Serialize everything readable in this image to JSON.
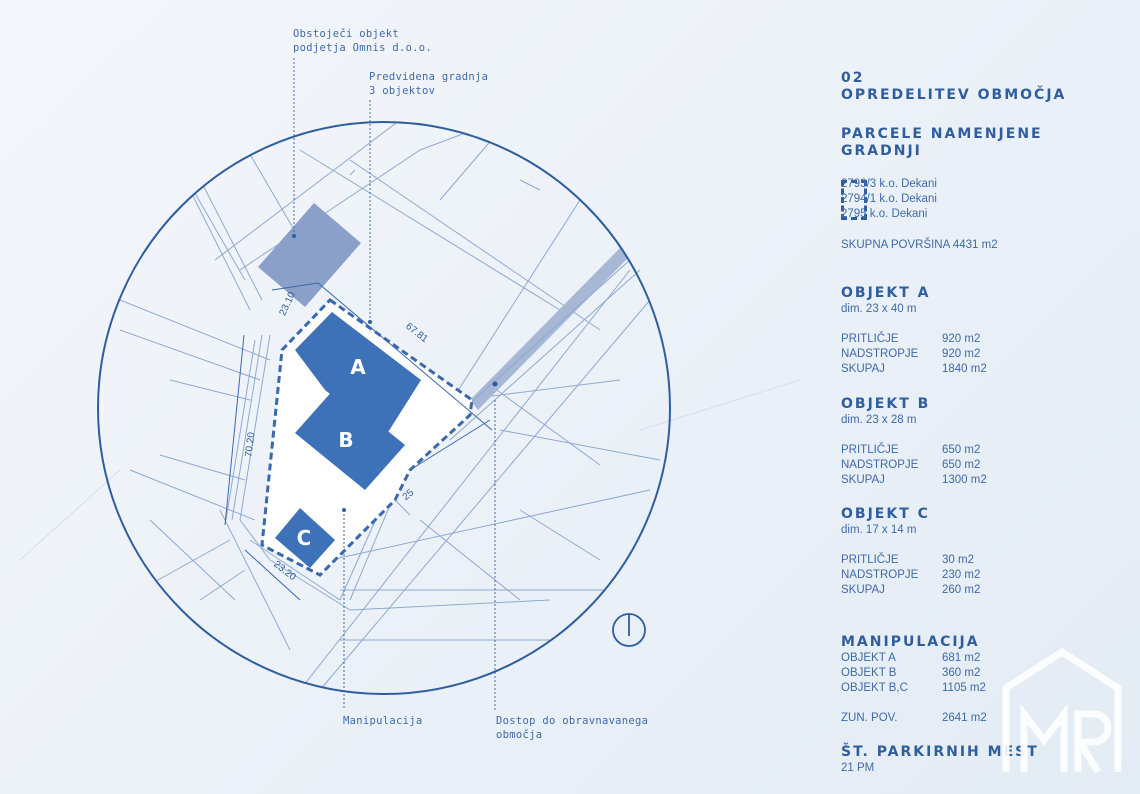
{
  "annotations": {
    "existing": [
      "Obstoječi objekt",
      "podjetja Omnis d.o.o."
    ],
    "planned": [
      "Predvidena gradnja",
      "3 objektov"
    ],
    "manipulation": "Manipulacija",
    "access": [
      "Dostop do obravnavanega",
      "območja"
    ]
  },
  "plan": {
    "buildings": [
      "A",
      "B",
      "C"
    ],
    "dimensions": [
      "67.81",
      "70.20",
      "23.20",
      "23.10",
      "25"
    ]
  },
  "panel": {
    "section_number": "02",
    "section_title": "OPREDELITEV OBMOČJA",
    "parcels_heading": [
      "PARCELE NAMENJENE",
      "GRADNJI"
    ],
    "parcels": [
      "2793/3 k.o. Dekani",
      "2794/1 k.o. Dekani",
      "2795 k.o. Dekani"
    ],
    "total_area": "SKUPNA POVRŠINA 4431 m2",
    "objects": [
      {
        "title": "OBJEKT A",
        "dim": "dim. 23 x 40 m",
        "rows": [
          {
            "label": "PRITLIČJE",
            "value": "920 m2"
          },
          {
            "label": "NADSTROPJE",
            "value": "920 m2"
          },
          {
            "label": "SKUPAJ",
            "value": "1840 m2"
          }
        ]
      },
      {
        "title": "OBJEKT B",
        "dim": "dim. 23 x 28 m",
        "rows": [
          {
            "label": "PRITLIČJE",
            "value": "650 m2"
          },
          {
            "label": "NADSTROPJE",
            "value": "650 m2"
          },
          {
            "label": "SKUPAJ",
            "value": "1300 m2"
          }
        ]
      },
      {
        "title": "OBJEKT C",
        "dim": "dim. 17 x 14 m",
        "rows": [
          {
            "label": "PRITLIČJE",
            "value": "30 m2"
          },
          {
            "label": "NADSTROPJE",
            "value": "230 m2"
          },
          {
            "label": "SKUPAJ",
            "value": "260 m2"
          }
        ]
      }
    ],
    "manipulation": {
      "title": "MANIPULACIJA",
      "rows": [
        {
          "label": "OBJEKT A",
          "value": "681 m2"
        },
        {
          "label": "OBJEKT B",
          "value": "360 m2"
        },
        {
          "label": "OBJEKT B,C",
          "value": "1105 m2"
        }
      ],
      "extra": {
        "label": "ZUN. POV.",
        "value": "2641 m2"
      }
    },
    "parking": {
      "title": "ŠT. PARKIRNIH MEST",
      "value": "21 PM"
    }
  },
  "colors": {
    "primary": "#2f5e9e",
    "building": "#3d72b8",
    "existing_building": "#8aa0c8",
    "line": "#8ea9cf"
  },
  "icons": [
    "north-arrow-icon",
    "mr-logo-icon"
  ]
}
